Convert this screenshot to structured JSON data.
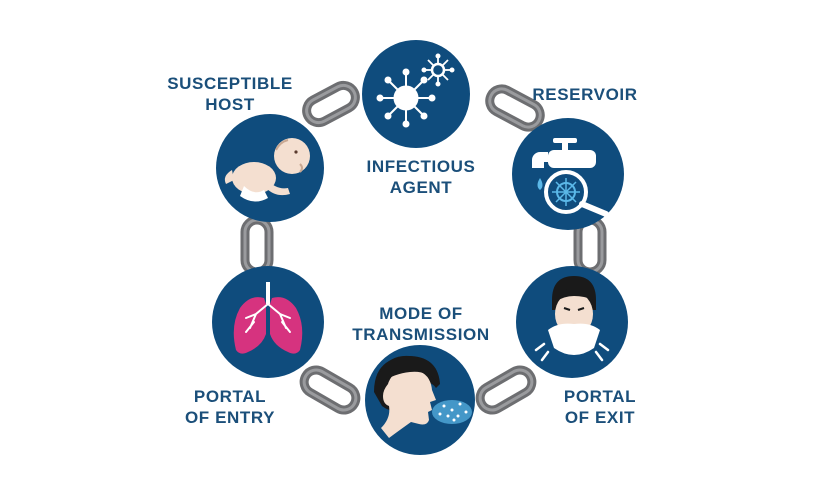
{
  "diagram": {
    "colors": {
      "circle": "#0f4c7d",
      "label": "#1b4f7a",
      "chain": "#6d6e71",
      "chain_light": "#9a9b9e",
      "lungs": "#d6337f",
      "skin": "#f4dfd0",
      "hair": "#1a1a1a",
      "icon_white": "#ffffff",
      "accent_blue": "#5bb8e8"
    },
    "nodes": [
      {
        "id": "infectious-agent",
        "icon": "virus-icon",
        "label_lines": [
          "INFECTIOUS",
          "AGENT"
        ]
      },
      {
        "id": "reservoir",
        "icon": "faucet-magnifier-icon",
        "label_lines": [
          "RESERVOIR"
        ]
      },
      {
        "id": "portal-of-exit",
        "icon": "sneezing-person-icon",
        "label_lines": [
          "PORTAL",
          "OF EXIT"
        ]
      },
      {
        "id": "mode-of-transmission",
        "icon": "person-breathing-droplets-icon",
        "label_lines": [
          "MODE OF",
          "TRANSMISSION"
        ]
      },
      {
        "id": "portal-of-entry",
        "icon": "lungs-icon",
        "label_lines": [
          "PORTAL",
          "OF ENTRY"
        ]
      },
      {
        "id": "susceptible-host",
        "icon": "baby-icon",
        "label_lines": [
          "SUSCEPTIBLE",
          "HOST"
        ]
      }
    ]
  }
}
